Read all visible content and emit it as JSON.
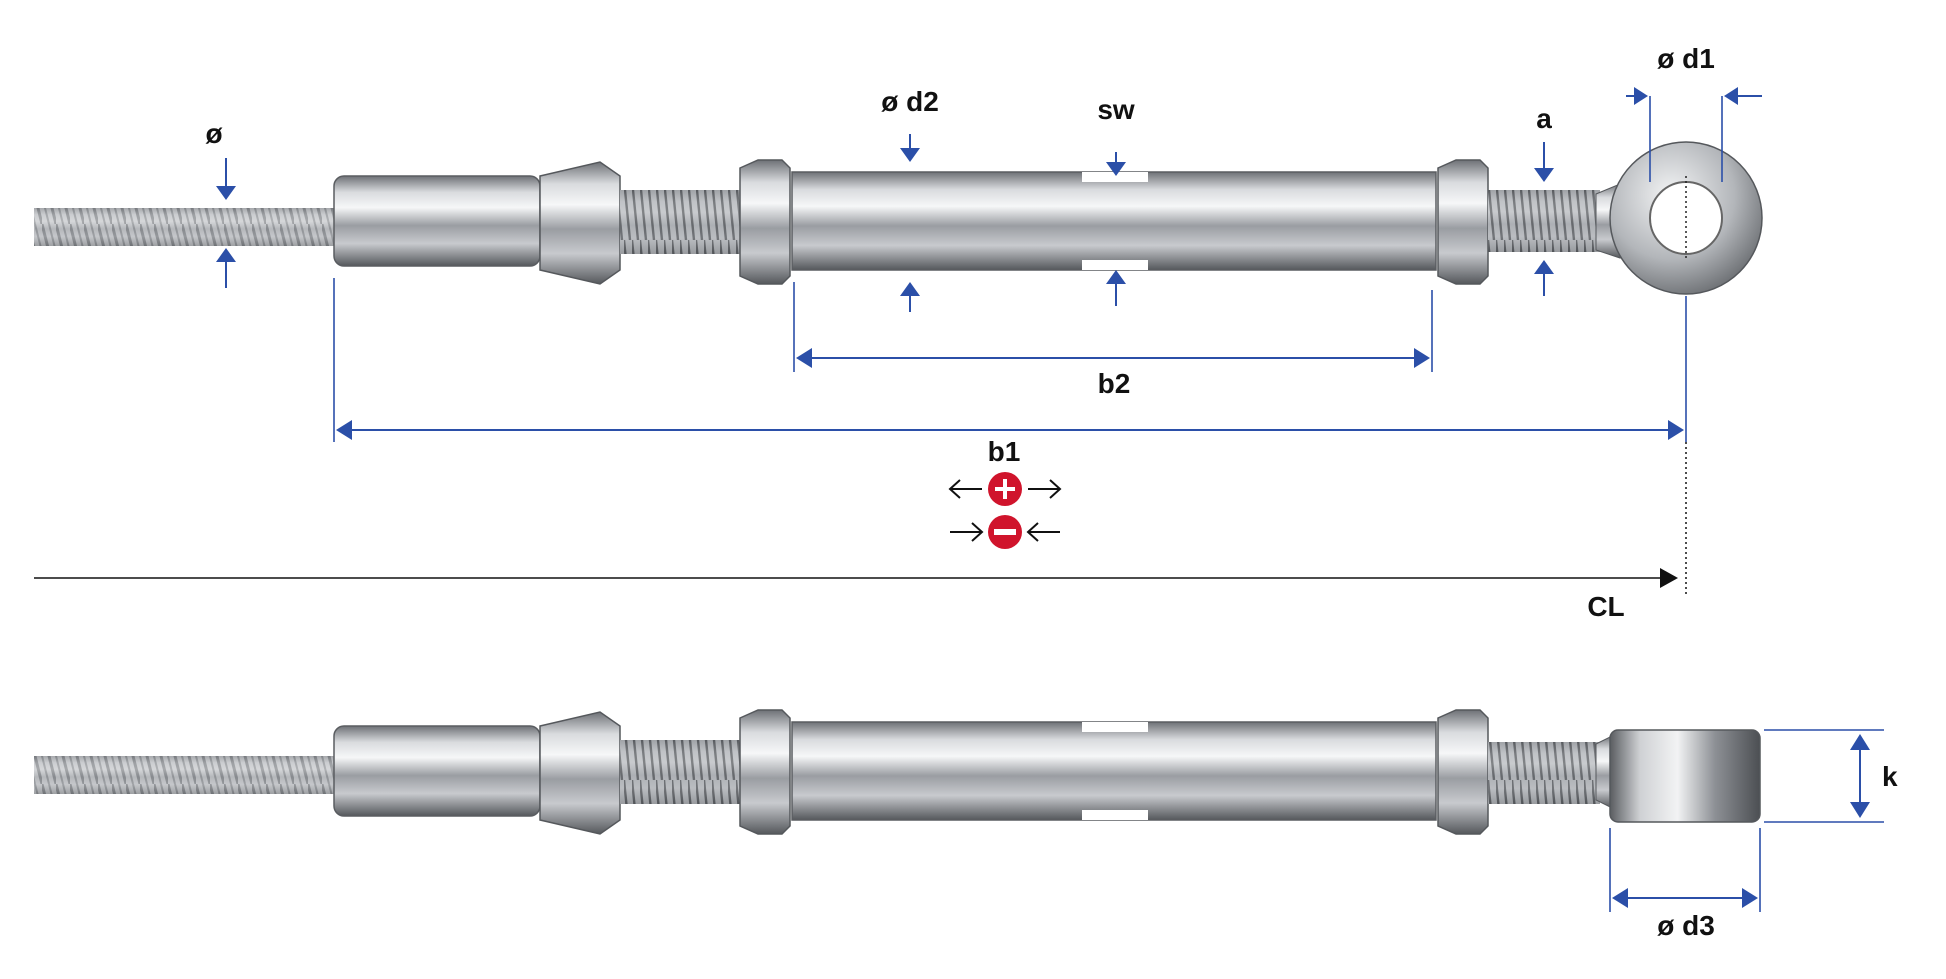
{
  "labels": {
    "cable_diameter": "ø",
    "body_diameter": "ø d2",
    "wrench_size": "sw",
    "thread": "a",
    "eye_hole_diameter": "ø d1",
    "body_length": "b2",
    "total_length": "b1",
    "centerline": "CL",
    "eye_thickness": "k",
    "eye_outer_diameter": "ø d3"
  },
  "colors": {
    "dimension": "#2b4fa8",
    "adjust_symbol": "#d0142c",
    "steel": "#b9bcc0"
  },
  "icons": {
    "lengthen": "plus-circle-icon",
    "shorten": "minus-circle-icon"
  }
}
